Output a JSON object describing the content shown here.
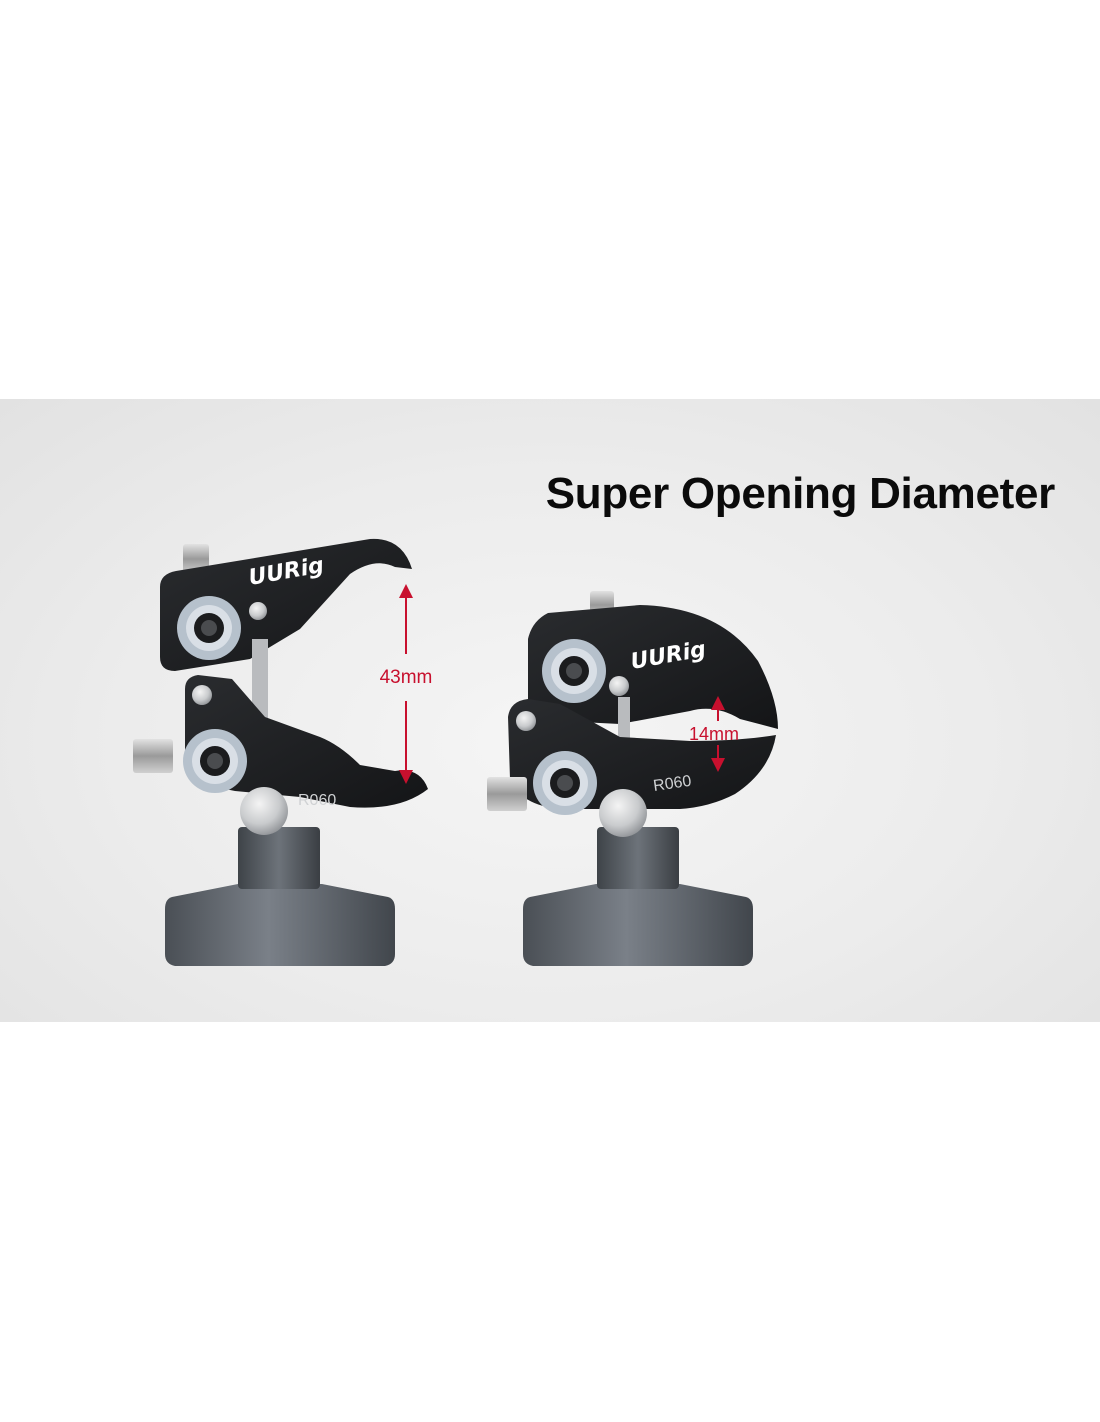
{
  "headline": "Super Opening Diameter",
  "brand": "UURig",
  "clamp_open": {
    "model": "R060",
    "measurement": "43mm"
  },
  "clamp_closed": {
    "model": "R060",
    "measurement": "14mm"
  },
  "colors": {
    "background": "#ffffff",
    "banner": "#ececec",
    "headline": "#0b0b0b",
    "measure_red": "#c8102e",
    "clamp_body": "#1e2022",
    "base_metal": "#5d636a"
  }
}
